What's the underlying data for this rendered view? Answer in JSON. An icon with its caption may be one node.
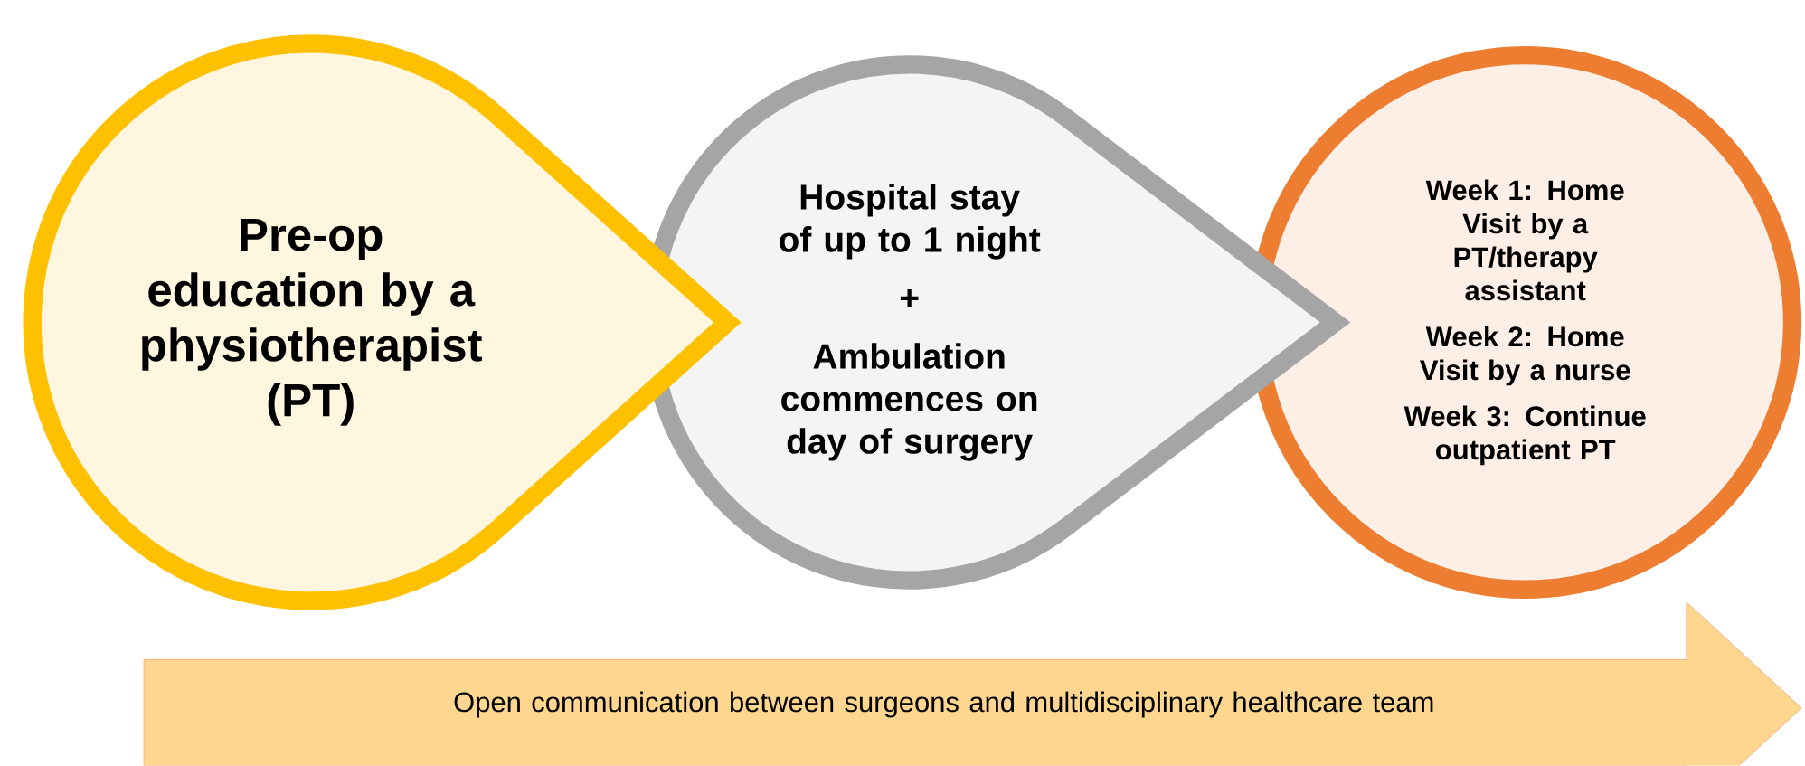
{
  "diagram": {
    "nodes": [
      {
        "text": [
          "Pre-op education by a physiotherapist (PT)"
        ]
      },
      {
        "text": [
          "Hospital stay of up to 1 night",
          "+",
          "Ambulation commences on day of surgery"
        ]
      },
      {
        "text": [
          "Week 1: Home Visit by a PT/therapy assistant",
          "Week 2: Home Visit by a nurse",
          "Week 3: Continue outpatient PT"
        ]
      },
      {
        "text": [
          "Open communication between surgeons and multidisciplinary healthcare team"
        ]
      }
    ]
  }
}
